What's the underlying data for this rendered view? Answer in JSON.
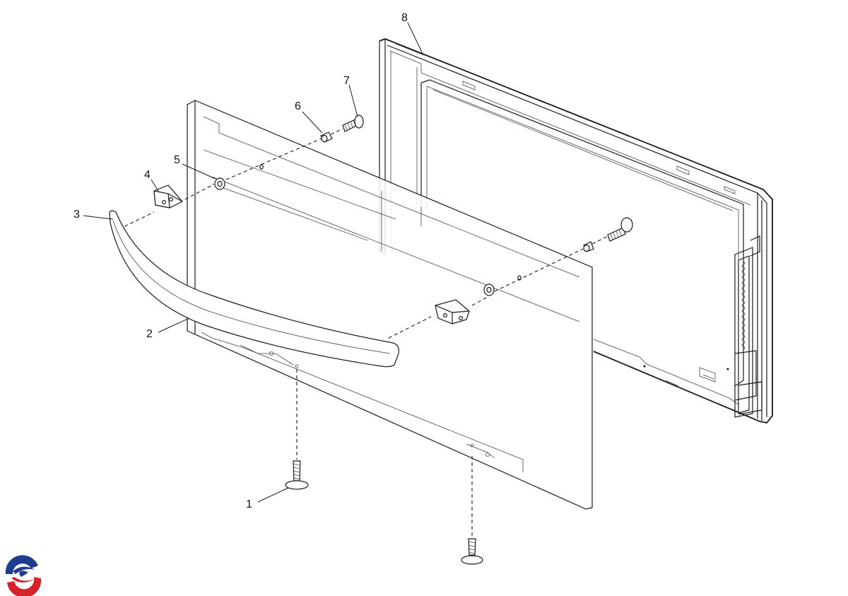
{
  "diagram": {
    "callouts": [
      "1",
      "2",
      "3",
      "4",
      "5",
      "6",
      "7",
      "8"
    ],
    "logo": {
      "name": "brand-logo",
      "colors": {
        "blue": "#1f3c8f",
        "red": "#d8222a",
        "white": "#ffffff"
      }
    }
  }
}
